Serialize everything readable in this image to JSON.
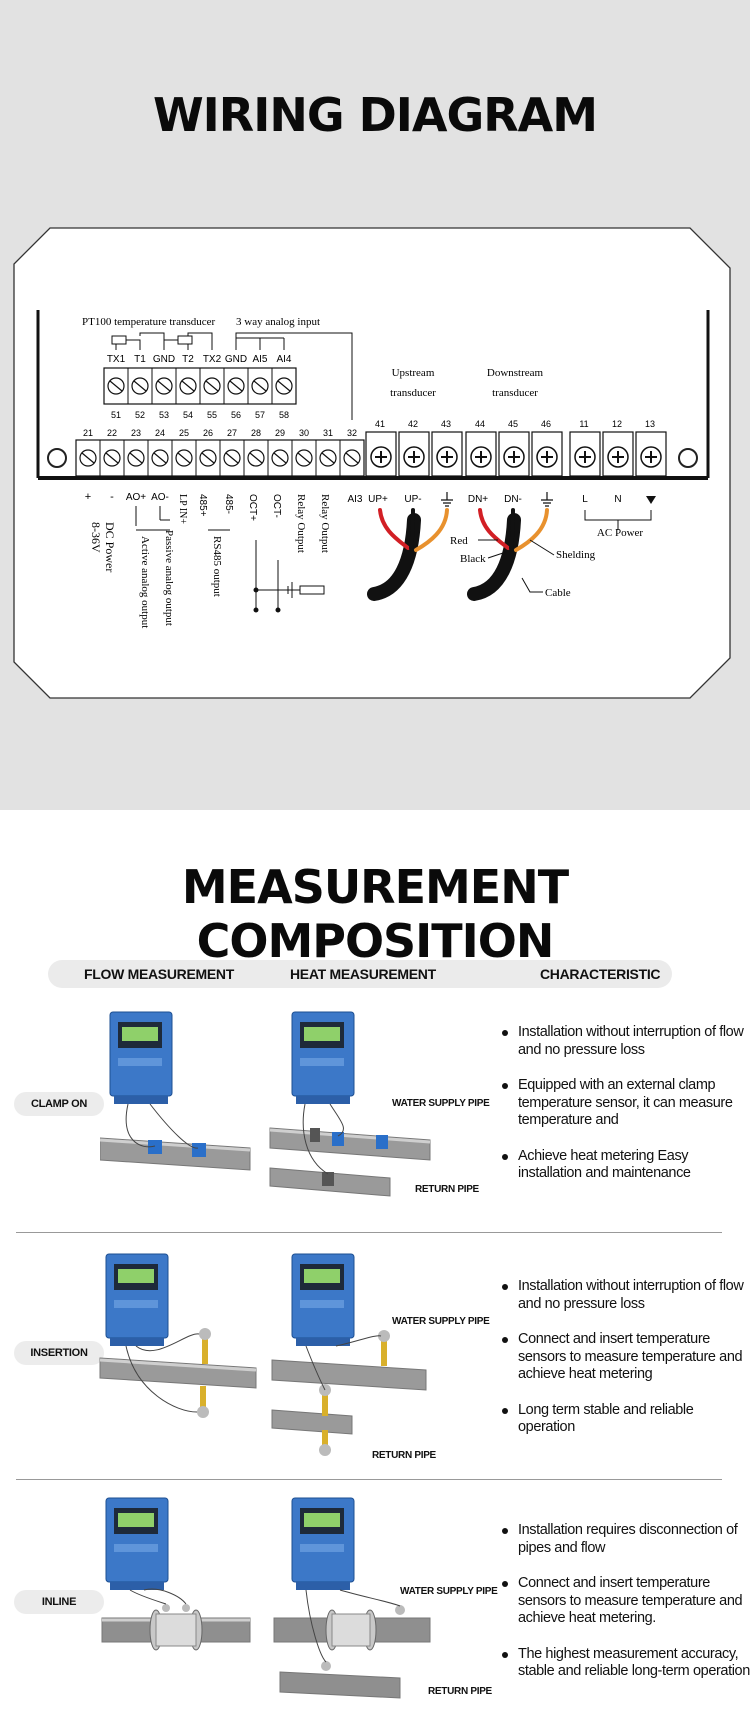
{
  "wiring": {
    "title": "WIRING DIAGRAM",
    "pt100_label": "PT100 temperature transducer",
    "analog_input_label": "3 way analog input",
    "top_terminals": [
      "TX1",
      "T1",
      "GND",
      "T2",
      "TX2",
      "GND",
      "AI5",
      "AI4"
    ],
    "top_numbers": [
      "51",
      "52",
      "53",
      "54",
      "55",
      "56",
      "57",
      "58"
    ],
    "main_numbers": [
      "21",
      "22",
      "23",
      "24",
      "25",
      "26",
      "27",
      "28",
      "29",
      "30",
      "31",
      "32"
    ],
    "upstream_label": [
      "Upstream",
      "transducer"
    ],
    "downstream_label": [
      "Downstream",
      "transducer"
    ],
    "up_numbers": [
      "41",
      "42",
      "43"
    ],
    "down_numbers": [
      "44",
      "45",
      "46"
    ],
    "power_numbers": [
      "11",
      "12",
      "13"
    ],
    "bottom_sign_labels": [
      "+",
      "-",
      "AO+",
      "AO-",
      "LP IN+"
    ],
    "dc_power": [
      "8-36V",
      "DC Power"
    ],
    "active_analog": "Active analog output",
    "passive_analog": "Passive analog output",
    "rs485_terms": [
      "485+",
      "485-"
    ],
    "rs485_output": "RS485 output",
    "oct_terms": [
      "OCT+",
      "OCT-"
    ],
    "relay_outputs": [
      "Relay Output",
      "Relay Output"
    ],
    "transducer_terms": [
      "AI3",
      "UP+",
      "UP-",
      "DN+",
      "DN-"
    ],
    "power_terms": [
      "L",
      "N"
    ],
    "ac_power": "AC Power",
    "wire_labels": {
      "red": "Red",
      "black": "Black",
      "shelding": "Shelding",
      "cable": "Cable"
    }
  },
  "composition": {
    "title": "MEASUREMENT COMPOSITION",
    "headers": [
      "FLOW MEASUREMENT",
      "HEAT MEASUREMENT",
      "CHARACTERISTIC"
    ],
    "rows": [
      {
        "label": "CLAMP ON",
        "pipe_labels": [
          "WATER SUPPLY PIPE",
          "RETURN PIPE"
        ],
        "bullets": [
          "Installation without interruption of flow and no pressure loss",
          "Equipped with an external clamp temperature sensor, it can measure temperature and",
          "Achieve heat metering Easy installation and maintenance"
        ]
      },
      {
        "label": "INSERTION",
        "pipe_labels": [
          "WATER SUPPLY PIPE",
          "RETURN PIPE"
        ],
        "bullets": [
          "Installation without interruption of flow and no pressure loss",
          "Connect and insert temperature sensors to measure temperature and achieve heat metering",
          "Long term stable and reliable operation"
        ]
      },
      {
        "label": "INLINE",
        "pipe_labels": [
          "WATER SUPPLY PIPE",
          "RETURN PIPE"
        ],
        "bullets": [
          "Installation requires disconnection of pipes and flow",
          "Connect and insert temperature sensors to measure temperature and achieve heat metering.",
          "The highest measurement accuracy, stable and reliable long-term operation"
        ]
      }
    ]
  },
  "colors": {
    "background_top": "#e2e2e2",
    "red_wire": "#d21f25",
    "orange_wire": "#e8912e",
    "meter_blue": "#3c78c8",
    "pipe_gray": "#9a9a9a"
  }
}
